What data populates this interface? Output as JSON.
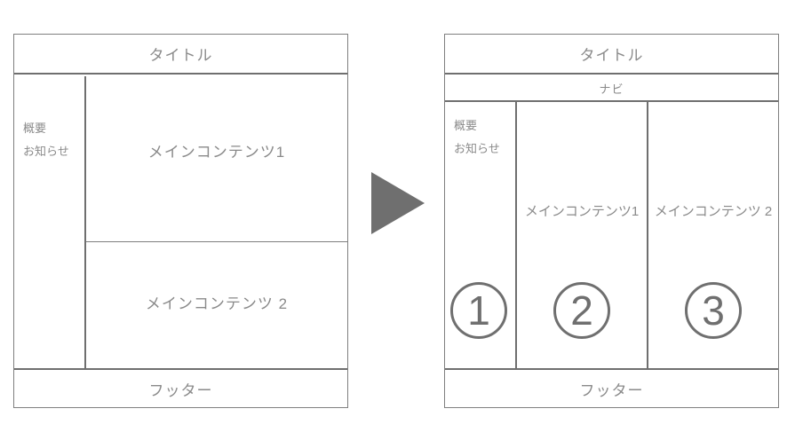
{
  "diagram": {
    "colors": {
      "outer_border": "#7f7f7f",
      "divider": "#6f6f6f",
      "text": "#8a8a8a",
      "accent": "#6f6f6f"
    },
    "before": {
      "title": "タイトル",
      "sidebar": {
        "line1": "概要",
        "line2": "お知らせ"
      },
      "main1": "メインコンテンツ1",
      "main2": "メインコンテンツ 2",
      "footer": "フッター"
    },
    "arrow": {
      "meaning": "transform-to"
    },
    "after": {
      "title": "タイトル",
      "nav": "ナビ",
      "sidebar": {
        "line1": "概要",
        "line2": "お知らせ"
      },
      "col2_label": "メインコンテンツ1",
      "col3_label": "メインコンテンツ 2",
      "steps": {
        "s1": "1",
        "s2": "2",
        "s3": "3"
      },
      "footer": "フッター"
    }
  }
}
